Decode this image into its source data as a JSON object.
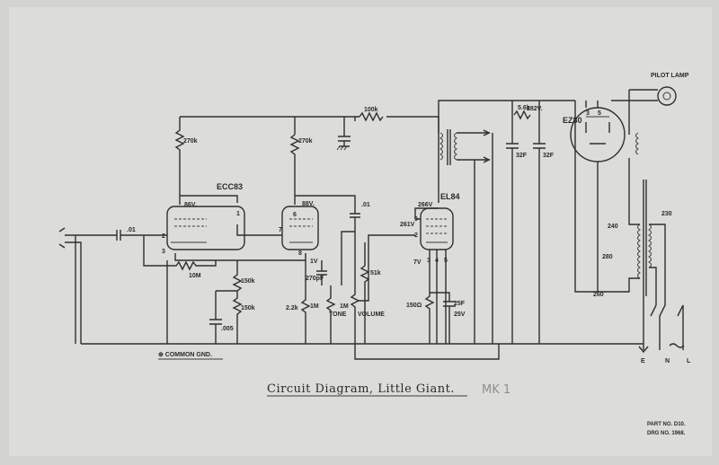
{
  "document": {
    "title": "Circuit Diagram, Little Giant.",
    "pencil_note": "MK 1",
    "part_no": "PART NO. D10.",
    "drg_no": "DRG NO. 1968."
  },
  "valves": {
    "v1": "ECC83",
    "v2": "EL84",
    "v3": "EZ80"
  },
  "labels": {
    "pilot_lamp": "PILOT LAMP",
    "common_gnd": "⊕ COMMON GND.",
    "tone": "TONE",
    "volume": "VOLUME",
    "mains_e": "E",
    "mains_n": "N",
    "mains_l": "L"
  },
  "voltages": {
    "v1a_anode": "86V.",
    "v1b_anode": "88V.",
    "cathode": "1V",
    "el84_screen": "261V",
    "el84_anode": "266V",
    "el84_cathode": "7V",
    "hv": "282V."
  },
  "components": {
    "r_270k_a": "270k",
    "r_270k_b": "270k",
    "r_100k": "100k",
    "r_5k6": "5.6k",
    "c_in": ".01",
    "c_coupling": ".01",
    "r_10m": "10M",
    "r_150k_a": "150k",
    "r_150k_b": "150k",
    "c_005": ".005",
    "c_270pf": "270pF",
    "r_2k2": "2.2k",
    "pot_tone": "1M",
    "pot_volume": "1M",
    "r_51k": "51k",
    "r_150ohm": "150Ω",
    "c_25f": "25F",
    "c_25v": "25V",
    "c_32f_a": "32F",
    "c_32f_b": "32F",
    "tx_240": "240",
    "tx_230": "230",
    "tx_280": "280",
    "tx_260": "260"
  },
  "pins": {
    "p1": "1",
    "p2": "2",
    "p3": "3",
    "p6": "6",
    "p7": "7",
    "p8": "8",
    "p9": "9",
    "p4": "4",
    "p5": "5"
  }
}
